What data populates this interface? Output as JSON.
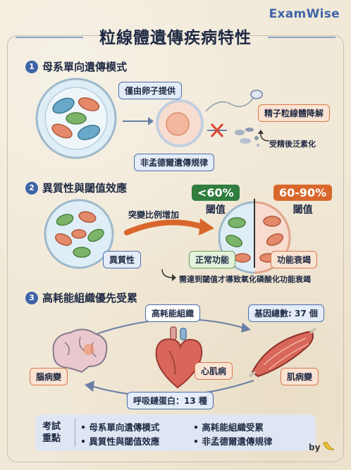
{
  "brand": "ExamWise",
  "title": "粒線體遺傳疾病特性",
  "sections": [
    {
      "num": "1",
      "title": "母系單向遺傳模式"
    },
    {
      "num": "2",
      "title": "異質性與閾值效應"
    },
    {
      "num": "3",
      "title": "高耗能組織優先受累"
    }
  ],
  "sec1": {
    "egg_label": "僅由卵子提供",
    "sperm_label": "精子粒線體降解",
    "fert_label": "受精後泛素化",
    "rule_label": "非孟德爾遺傳規律"
  },
  "sec2": {
    "arrow_label": "突變比例增加",
    "low_pct": "<60%",
    "low_label": "閾值",
    "high_pct": "60-90%",
    "high_label": "閾值",
    "hetero_label": "異質性",
    "normal_label": "正常功能",
    "decline_label": "功能衰竭",
    "note": "需達到閾值才導致氧化磷酸化功能衰竭"
  },
  "sec3": {
    "top_label": "高耗能組織",
    "gene_count": "基因總數: 37 個",
    "brain_label": "腦病變",
    "heart_label": "心肌病",
    "muscle_label": "肌病變",
    "protein_label": "呼吸鏈蛋白：13 種"
  },
  "key": {
    "label": "考試\n重點",
    "label1": "考試",
    "label2": "重點",
    "items": [
      "• 母系單向遺傳模式",
      "• 高耗能組織受累",
      "• 異質性與閾值效應",
      "• 非孟德爾遺傳規律"
    ]
  },
  "footer": "by"
}
